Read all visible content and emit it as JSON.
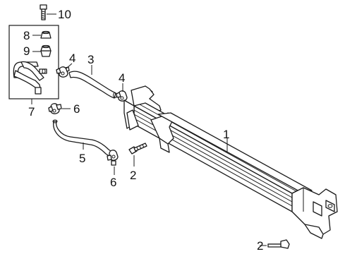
{
  "diagram": {
    "line_color": "#1a1a1a",
    "background": "#ffffff",
    "callouts": [
      {
        "id": "c10",
        "text": "10",
        "part": "bolt (top)"
      },
      {
        "id": "c8",
        "text": "8",
        "part": "cap"
      },
      {
        "id": "c9",
        "text": "9",
        "part": "grommet"
      },
      {
        "id": "c7",
        "text": "7",
        "part": "hose assembly kit"
      },
      {
        "id": "c4a",
        "text": "4",
        "part": "clamp (upper left)"
      },
      {
        "id": "c3",
        "text": "3",
        "part": "upper hose"
      },
      {
        "id": "c4b",
        "text": "4",
        "part": "clamp (right)"
      },
      {
        "id": "c6a",
        "text": "6",
        "part": "clamp (left)"
      },
      {
        "id": "c5",
        "text": "5",
        "part": "lower hose"
      },
      {
        "id": "c6b",
        "text": "6",
        "part": "clamp (lower)"
      },
      {
        "id": "c2a",
        "text": "2",
        "part": "bolt (middle)"
      },
      {
        "id": "c1",
        "text": "1",
        "part": "oil cooler"
      },
      {
        "id": "c2b",
        "text": "2",
        "part": "bolt (bottom)"
      }
    ]
  }
}
